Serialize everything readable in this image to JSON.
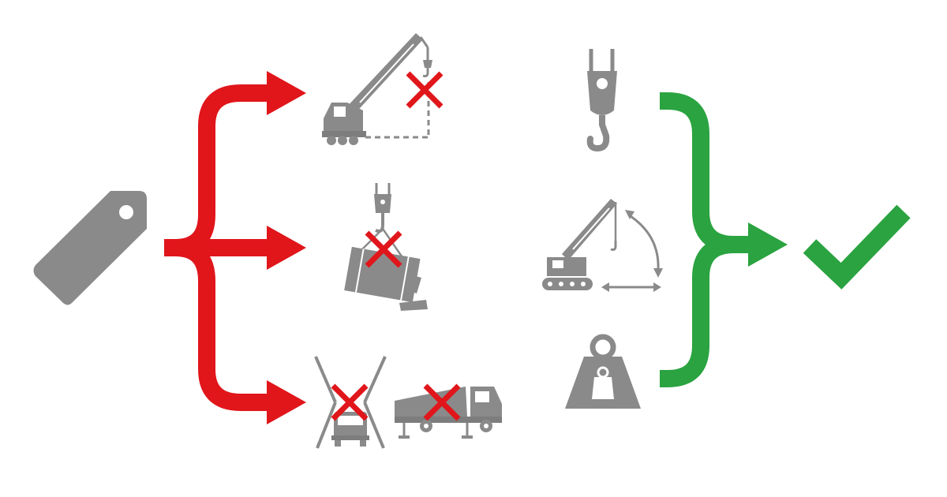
{
  "colors": {
    "background": "#ffffff",
    "icon_gray": "#8a8a8a",
    "icon_gray_dark": "#7d7d7d",
    "prohibited_red": "#e0161b",
    "approved_green": "#2aa340"
  },
  "source": {
    "icon": "price-tag-icon"
  },
  "prohibited_branch": {
    "connector": "red-curly-brace-arrows",
    "mark": "red-x-mark",
    "items": [
      {
        "icon": "boom-crane-over-radius-icon"
      },
      {
        "icon": "tipping-load-icon"
      },
      {
        "icon": [
          "overhead-clearance-truck-icon",
          "dump-truck-outrigger-icon"
        ]
      }
    ]
  },
  "approved_branch": {
    "connector": "green-curly-brace-arrow",
    "items": [
      {
        "icon": "crane-hook-icon"
      },
      {
        "icon": "crawler-crane-reach-icon"
      },
      {
        "icon": "weight-icon"
      }
    ],
    "result": "green-check-mark-icon"
  }
}
